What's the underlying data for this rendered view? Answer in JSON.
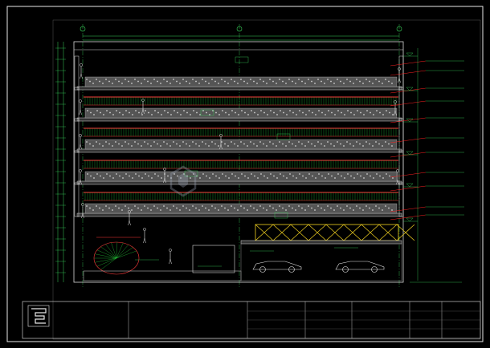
{
  "drawing": {
    "frame_color": "#e8e8e8",
    "structure_color": "#d9d9d9",
    "railing_color": "#ff3b3b",
    "railing_bar_color": "#27d13b",
    "planter_color": "#bdbdbd",
    "truss_color": "#f0d020",
    "leader_color": "#ff2222",
    "annotation_color": "#39d25a",
    "gridline_color": "#39d25a",
    "figure_color": "#e8e8e8",
    "floors": 5,
    "tags": [
      {
        "text": "",
        "floor": "top"
      },
      {
        "text": "",
        "floor": 2
      },
      {
        "text": "",
        "floor": 3
      },
      {
        "text": "",
        "floor": 4
      },
      {
        "text": "",
        "floor": 5
      }
    ],
    "right_annotations": [
      "",
      "",
      "",
      "",
      "",
      "",
      "",
      "",
      "",
      "",
      ""
    ],
    "lower_annotations": [
      "",
      "",
      "",
      ""
    ],
    "bottom_right_note": ""
  },
  "watermark": {
    "logo_icon": "cube-logo-icon",
    "text": ""
  },
  "title_block": {
    "logo_icon": "firm-logo-icon",
    "firm_name": "",
    "drawing_title": "",
    "drawing_number": ""
  }
}
